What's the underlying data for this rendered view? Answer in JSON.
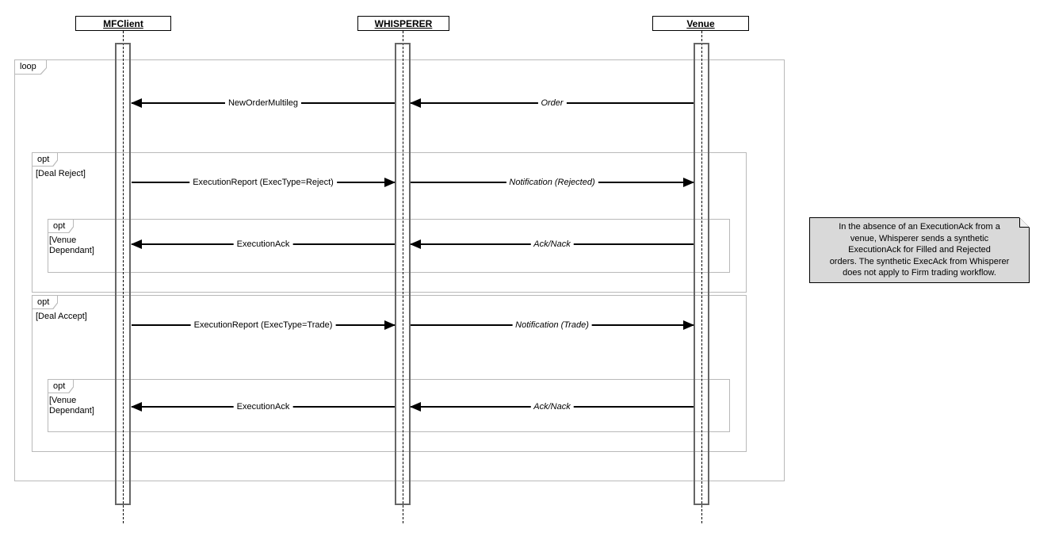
{
  "actors": [
    {
      "label": "MFClient"
    },
    {
      "label": "WHISPERER"
    },
    {
      "label": "Venue"
    }
  ],
  "fragments": {
    "loop": {
      "operator": "loop"
    },
    "deal_reject": {
      "operator": "opt",
      "guard": "[Deal Reject]"
    },
    "venue_dependant_top": {
      "operator": "opt",
      "guard_lines": [
        "[Venue",
        "Dependant]"
      ]
    },
    "deal_accept": {
      "operator": "opt",
      "guard": "[Deal Accept]"
    },
    "venue_dependant_bottom": {
      "operator": "opt",
      "guard_lines": [
        "[Venue",
        "Dependant]"
      ]
    }
  },
  "messages": [
    {
      "label": "NewOrderMultileg",
      "from": "WHISPERER",
      "to": "MFClient"
    },
    {
      "label": "Order",
      "from": "Venue",
      "to": "WHISPERER"
    },
    {
      "label": "ExecutionReport (ExecType=Reject)",
      "from": "MFClient",
      "to": "WHISPERER"
    },
    {
      "label": "Notification (Rejected)",
      "from": "WHISPERER",
      "to": "Venue"
    },
    {
      "label": "ExecutionAck",
      "from": "WHISPERER",
      "to": "MFClient"
    },
    {
      "label": "Ack/Nack",
      "from": "Venue",
      "to": "WHISPERER"
    },
    {
      "label": "ExecutionReport (ExecType=Trade)",
      "from": "MFClient",
      "to": "WHISPERER"
    },
    {
      "label": "Notification (Trade)",
      "from": "WHISPERER",
      "to": "Venue"
    },
    {
      "label": "ExecutionAck",
      "from": "WHISPERER",
      "to": "MFClient"
    },
    {
      "label": "Ack/Nack",
      "from": "Venue",
      "to": "WHISPERER"
    }
  ],
  "note": {
    "lines": [
      "In the absence of an ExecutionAck from a",
      "venue, Whisperer sends a synthetic",
      "ExecutionAck for Filled and Rejected",
      "orders. The synthetic ExecAck from Whisperer",
      "does not apply to Firm trading workflow."
    ]
  },
  "colors": {
    "frame_border": "#b9b9b9",
    "activation_border": "#666666",
    "note_background": "#d9d9d9",
    "message_color": "#000000"
  }
}
